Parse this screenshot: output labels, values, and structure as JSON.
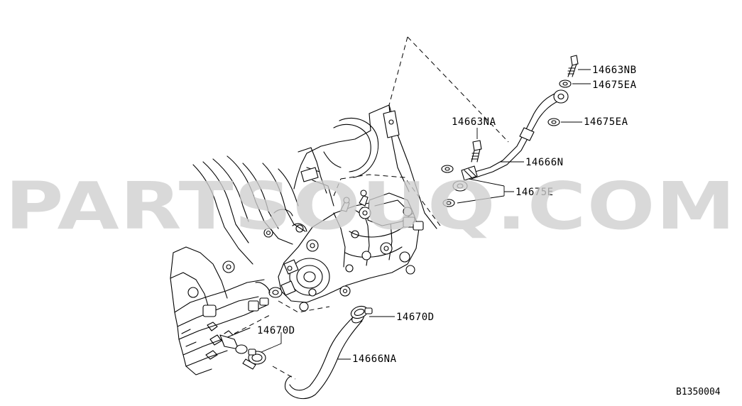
{
  "watermark": "PARTSOUQ.COM",
  "diagram_code": "B1350004",
  "callouts": {
    "bolt_top": "14663NB",
    "washer_top": "14675EA",
    "washer_mid": "14675EA",
    "bolt_mid": "14663NA",
    "tube": "14666N",
    "washer_pair": "14675E",
    "clamp_right": "14670D",
    "clamp_left": "14670D",
    "hose_lower": "14666NA"
  }
}
